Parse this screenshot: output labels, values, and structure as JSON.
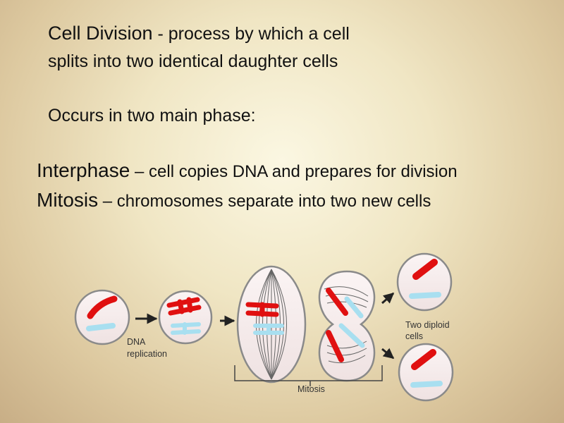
{
  "slide": {
    "line1_term": "Cell Division",
    "line1_rest": " - process by which a cell",
    "line2": "splits into two identical daughter cells",
    "line3": "Occurs in two main phase:",
    "interphase_term": "Interphase",
    "interphase_rest": " – cell copies DNA and prepares for division",
    "mitosis_term": "Mitosis",
    "mitosis_rest": " – chromosomes separate into two new cells"
  },
  "diagram": {
    "label_dna_line1": "DNA",
    "label_dna_line2": "replication",
    "label_mitosis": "Mitosis",
    "label_result_line1": "Two diploid",
    "label_result_line2": "cells",
    "colors": {
      "cell_fill": "#f6ecec",
      "cell_outline": "#8a8a8a",
      "chromosome_red": "#e01010",
      "chromosome_blue": "#a8dff0",
      "arrow": "#222222"
    }
  }
}
